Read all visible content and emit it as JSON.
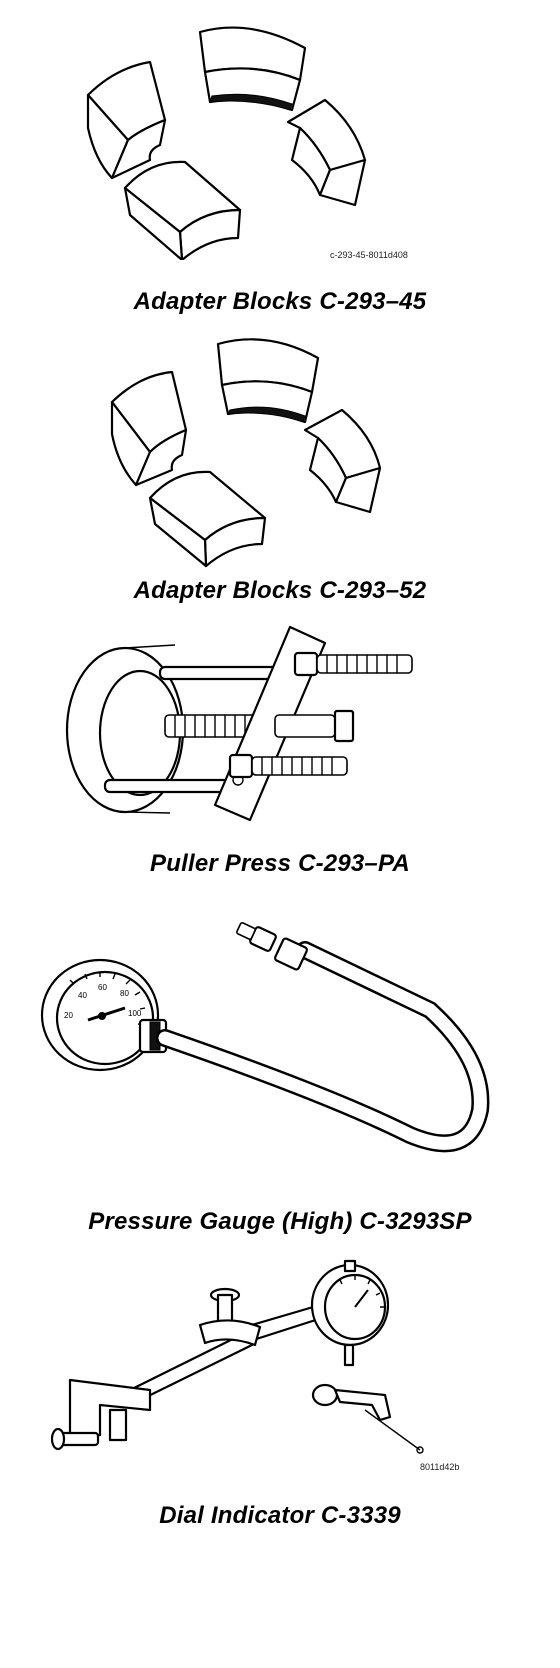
{
  "tools": [
    {
      "name": "Adapter Blocks C-293–45",
      "code": "c-293-45-8011d408"
    },
    {
      "name": "Adapter Blocks C-293–52"
    },
    {
      "name": "Puller Press C-293–PA"
    },
    {
      "name": "Pressure Gauge (High) C-3293SP"
    },
    {
      "name": "Dial Indicator C-3339",
      "code": "8011d42b"
    }
  ]
}
